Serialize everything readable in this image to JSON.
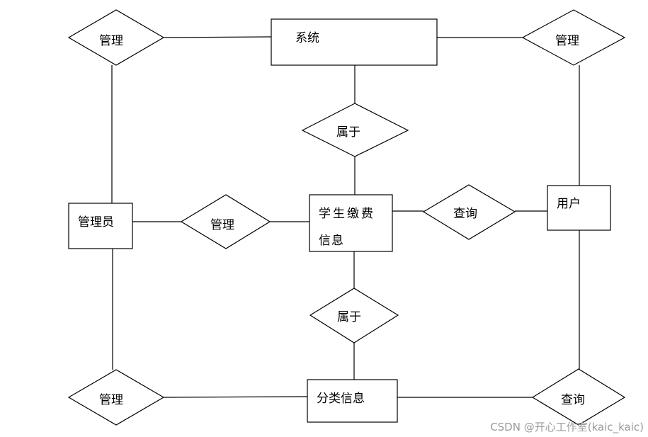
{
  "entities": {
    "system": "系统",
    "admin": "管理员",
    "payment_info_line1": "学生缴费",
    "payment_info_line2": "信息",
    "user": "用户",
    "category_info": "分类信息"
  },
  "relationships": {
    "manage_top_left": "管理",
    "manage_top_right": "管理",
    "belongs_top": "属于",
    "manage_middle": "管理",
    "query_middle": "查询",
    "belongs_bottom": "属于",
    "manage_bottom_left": "管理",
    "query_bottom_right": "查询"
  },
  "watermark": "CSDN @开心工作室(kaic_kaic)"
}
